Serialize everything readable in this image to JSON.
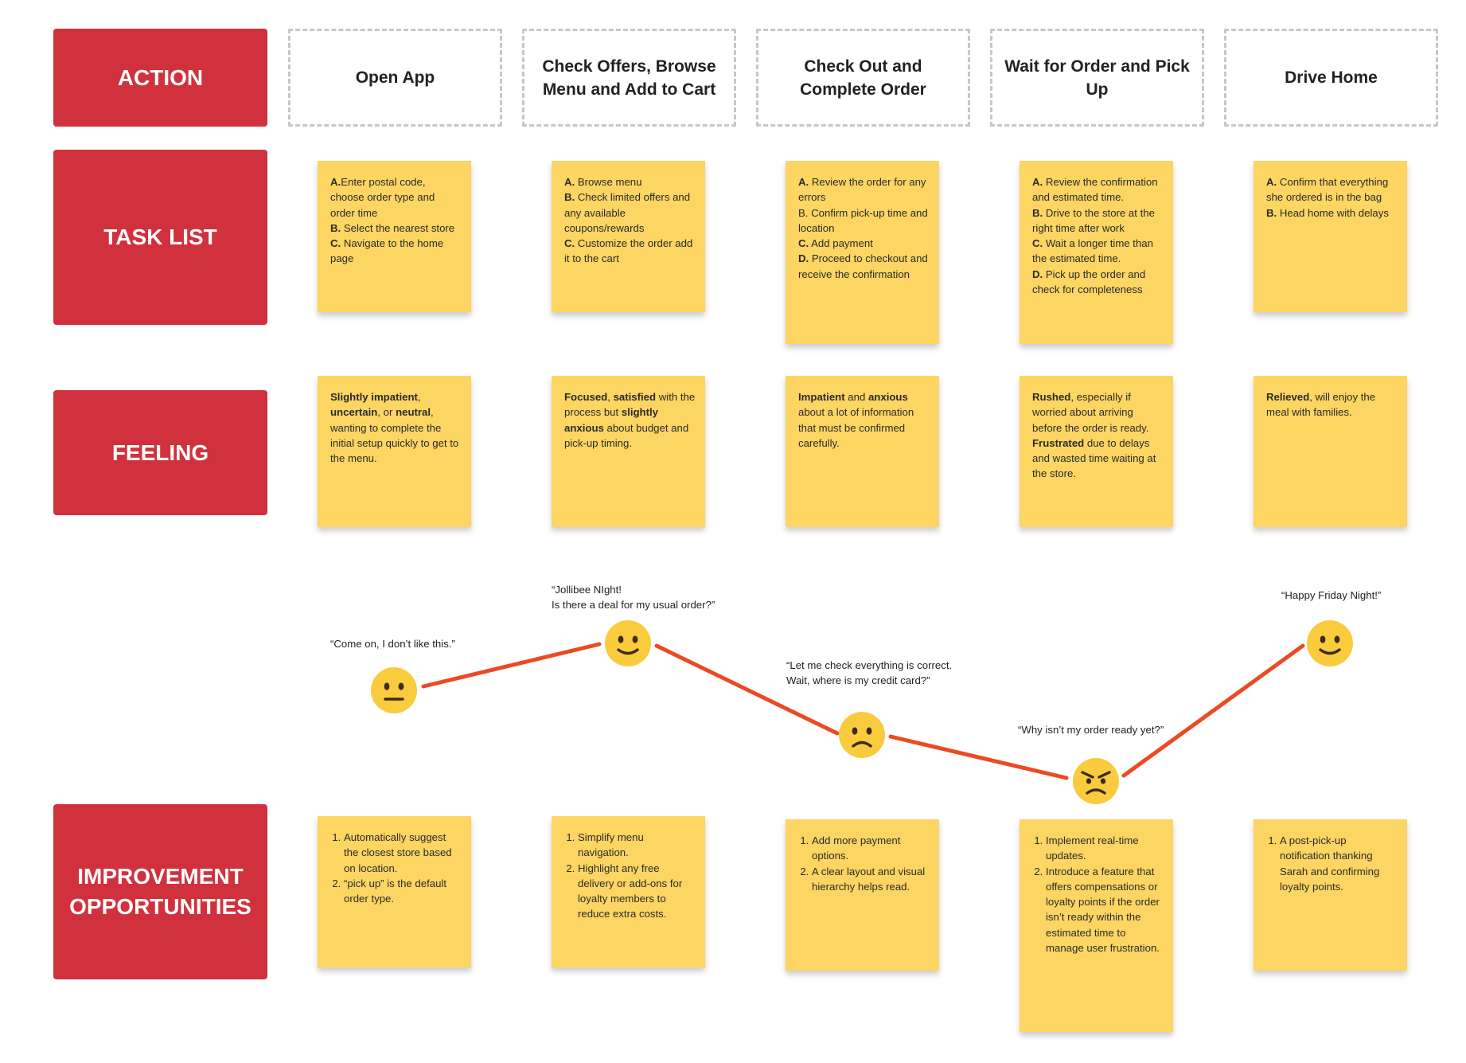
{
  "row_labels": {
    "action": "ACTION",
    "task_list": "TASK LIST",
    "feeling": "FEELING",
    "improvement": "IMPROVEMENT OPPORTUNITIES"
  },
  "stages": [
    {
      "action": "Open App",
      "tasks": [
        {
          "key": "A.",
          "text": "Enter postal code, choose order type and order time"
        },
        {
          "key": "B.",
          "text": " Select the nearest store"
        },
        {
          "key": "C.",
          "text": " Navigate to the home page"
        }
      ],
      "feeling": [
        {
          "text": "Slightly impatient",
          "bold": true
        },
        {
          "text": ", ",
          "bold": false
        },
        {
          "text": "uncertain",
          "bold": true
        },
        {
          "text": ", or ",
          "bold": false
        },
        {
          "text": "neutral",
          "bold": true
        },
        {
          "text": ", wanting to complete the initial setup quickly to get to the menu.",
          "bold": false
        }
      ],
      "quote": "“Come on, I don’t like this.”",
      "emotion": "neutral-face-icon",
      "improvements": [
        "Automatically suggest the closest store based on location.",
        " “pick up” is the default order type."
      ]
    },
    {
      "action": "Check Offers, Browse Menu and Add to Cart",
      "tasks": [
        {
          "key": "A.",
          "text": " Browse menu"
        },
        {
          "key": "B.",
          "text": " Check limited offers and any available coupons/rewards"
        },
        {
          "key": "C.",
          "text": " Customize the order add it to the cart"
        }
      ],
      "feeling": [
        {
          "text": "Focused",
          "bold": true
        },
        {
          "text": ", ",
          "bold": false
        },
        {
          "text": "satisfied",
          "bold": true
        },
        {
          "text": " with the process but ",
          "bold": false
        },
        {
          "text": "slightly anxious",
          "bold": true
        },
        {
          "text": " about budget and pick-up timing.",
          "bold": false
        }
      ],
      "quote": "“Jollibee NIght!\nIs there a deal for my usual order?”",
      "emotion": "slight-smile-icon",
      "improvements": [
        "Simplify menu navigation.",
        "Highlight any free delivery or add-ons for loyalty members to reduce extra costs."
      ]
    },
    {
      "action": "Check Out and Complete Order",
      "tasks": [
        {
          "key": "A.",
          "text": " Review the order for any errors"
        },
        {
          "key": "B.",
          "text": " Confirm pick-up time and location",
          "plain": true
        },
        {
          "key": "C.",
          "text": " Add payment"
        },
        {
          "key": "D.",
          "text": " Proceed to checkout and receive the confirmation"
        }
      ],
      "feeling": [
        {
          "text": "Impatient",
          "bold": true
        },
        {
          "text": " and ",
          "bold": false
        },
        {
          "text": "anxious",
          "bold": true
        },
        {
          "text": " about a lot of information that must be confirmed carefully.",
          "bold": false
        }
      ],
      "quote": "“Let me check everything is correct.\nWait, where is my credit card?”",
      "emotion": "frowning-face-icon",
      "improvements": [
        "Add more payment options.",
        "A clear layout and visual hierarchy helps read."
      ]
    },
    {
      "action": "Wait for Order and Pick Up",
      "tasks": [
        {
          "key": "A.",
          "text": " Review the confirmation and estimated time."
        },
        {
          "key": "B.",
          "text": " Drive to the store at the right time after work"
        },
        {
          "key": "C.",
          "text": " Wait a longer time than the estimated time."
        },
        {
          "key": "D.",
          "text": " Pick up the order and check for completeness"
        }
      ],
      "feeling": [
        {
          "text": "Rushed",
          "bold": true
        },
        {
          "text": ", especially if worried about arriving before the order is ready. ",
          "bold": false
        },
        {
          "text": "Frustrated",
          "bold": true
        },
        {
          "text": " due to delays and wasted time waiting at the store.",
          "bold": false
        }
      ],
      "quote": "“Why isn’t my order ready yet?”",
      "emotion": "angry-face-icon",
      "improvements": [
        "Implement real-time updates.",
        "Introduce a feature that offers compensations or loyalty points if the order isn’t ready within the estimated time to manage user frustration."
      ]
    },
    {
      "action": "Drive Home",
      "tasks": [
        {
          "key": "A.",
          "text": " Confirm that everything she ordered is in the bag"
        },
        {
          "key": "B.",
          "text": "  Head home with delays"
        }
      ],
      "feeling": [
        {
          "text": "Relieved",
          "bold": true
        },
        {
          "text": ", will enjoy the meal with families.",
          "bold": false
        }
      ],
      "quote": "“Happy Friday Night!”",
      "emotion": "slight-smile-icon",
      "improvements": [
        "A post-pick-up notification thanking Sarah and confirming loyalty points."
      ]
    }
  ],
  "colors": {
    "label_red": "#d1313d",
    "sticky_yellow": "#fdd562",
    "curve_orange": "#ec4a24",
    "emoji_yellow": "#fbcb3e"
  }
}
